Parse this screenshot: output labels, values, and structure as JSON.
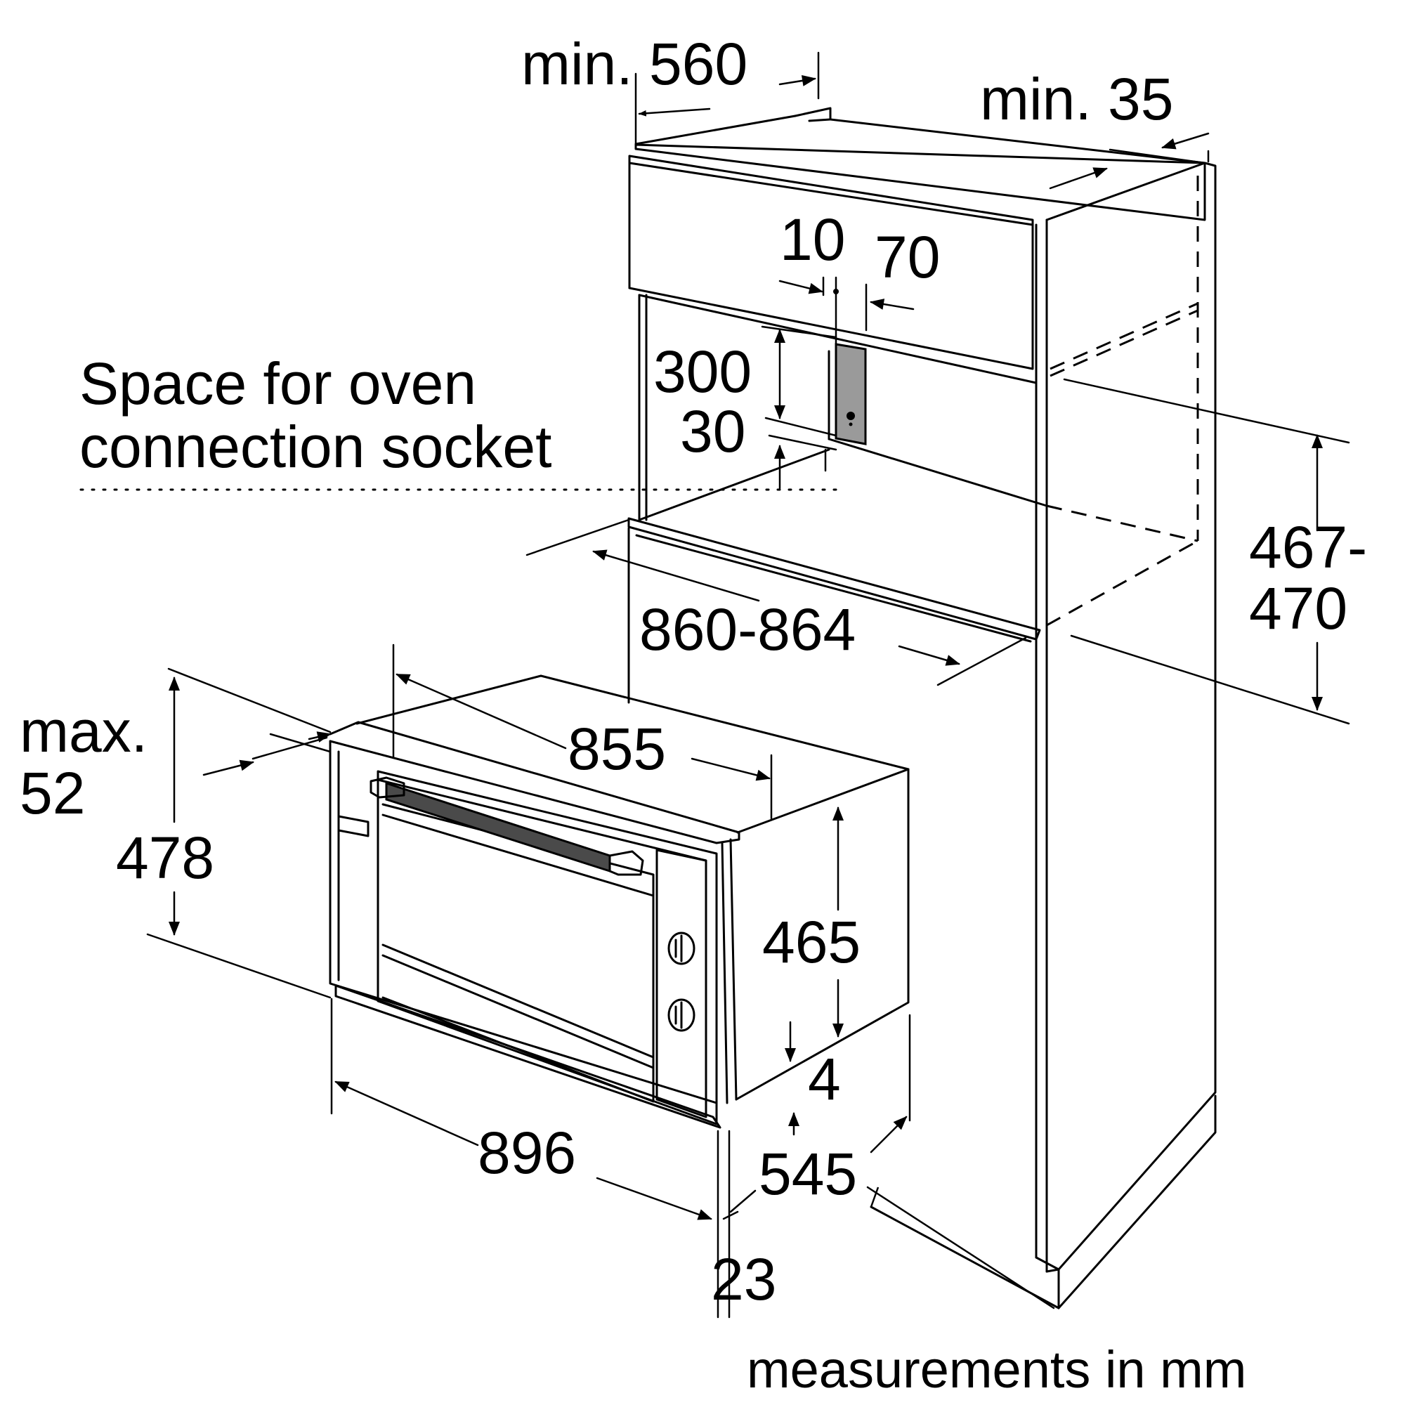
{
  "labels": {
    "min_560": "min. 560",
    "min_35": "min. 35",
    "d10": "10",
    "d70": "70",
    "d300": "300",
    "d30": "30",
    "socket_line1": "Space for oven",
    "socket_line2": "connection socket",
    "d467_line1": "467-",
    "d467_line2": "470",
    "d860": "860-864",
    "d855": "855",
    "max52_line1": "max.",
    "max52_line2": "52",
    "d478": "478",
    "d465": "465",
    "d4": "4",
    "d896": "896",
    "d545": "545",
    "d23": "23",
    "units_note": "measurements in mm"
  },
  "colors": {
    "ink": "#000000",
    "background": "#ffffff",
    "panel_gray": "#9a9a9a",
    "handle_gray": "#4a4a4a"
  }
}
